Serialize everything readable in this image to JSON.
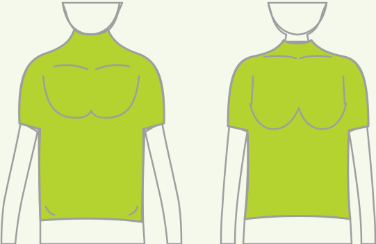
{
  "colors": {
    "background": "#F5F9EC",
    "garment": "#B4D330",
    "outline": "#9E9E9E",
    "skin": "#F5F9EC"
  },
  "figures": [
    {
      "name": "male",
      "garment": "compression-shirt"
    },
    {
      "name": "female",
      "garment": "compression-top"
    }
  ]
}
